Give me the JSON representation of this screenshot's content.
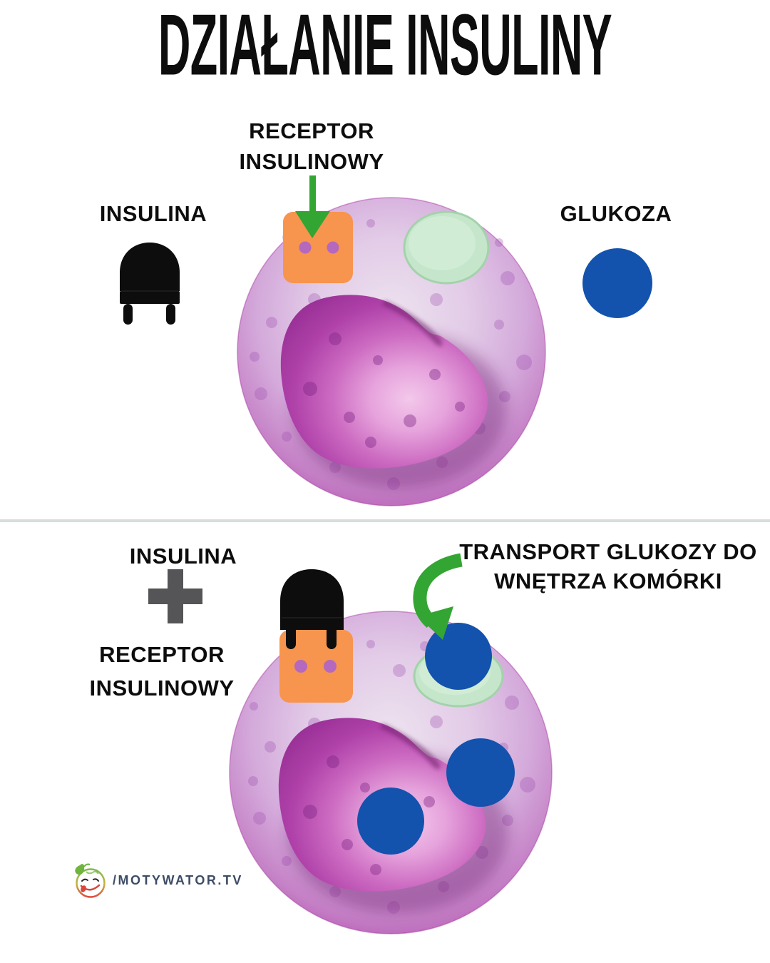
{
  "title": "DZIAŁANIE INSULINY",
  "top_panel": {
    "receptor_label": {
      "line1": "RECEPTOR",
      "line2": "INSULINOWY"
    },
    "insulin_label": "INSULINA",
    "glucose_label": "GLUKOZA"
  },
  "bottom_panel": {
    "insulin_label": "INSULINA",
    "receptor_label": {
      "line1": "RECEPTOR",
      "line2": "INSULINOWY"
    },
    "transport_label": {
      "line1": "TRANSPORT GLUKOZY DO",
      "line2": "WNĘTRZA KOMÓRKI"
    }
  },
  "footer": {
    "brand": "/MOTYWATOR.TV"
  },
  "colors": {
    "insulin_black": "#0d0d0d",
    "receptor_orange": "#F7944E",
    "receptor_hole_purple": "#B468BE",
    "glucose_blue": "#1352AD",
    "arrow_green": "#33A532",
    "cell_rim_magenta": "#AC41A7",
    "cell_inner_lavender": "#EDE2EF",
    "nucleus_magenta": "#972F95",
    "channel_green": "#C5E6CB",
    "plus_gray": "#555557",
    "divider_gray": "#D6DFD9",
    "brand_navy": "#3D4C66"
  }
}
